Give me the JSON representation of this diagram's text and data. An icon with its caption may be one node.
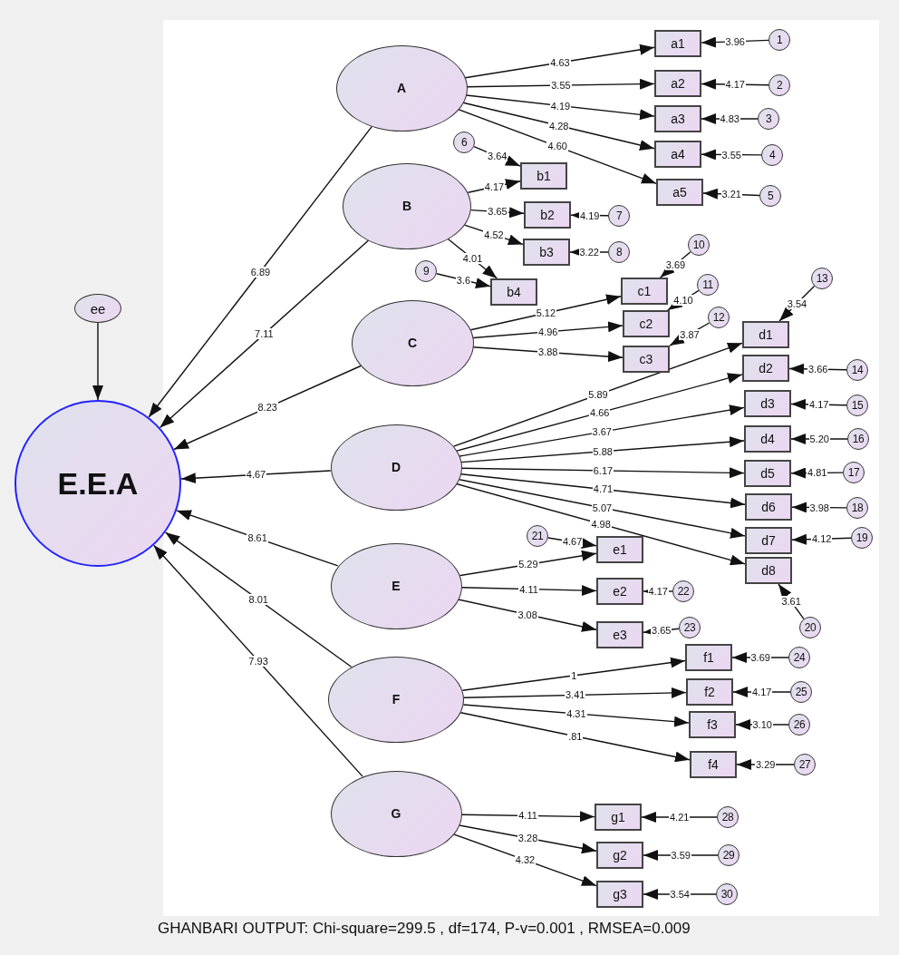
{
  "diagram": {
    "caption": "GHANBARI OUTPUT: Chi-square=299.5 , df=174, P-v=0.001 , RMSEA=0.009",
    "nodes": [
      {
        "text": [
          "ee"
        ]
      },
      {
        "text": [
          "E.E.A"
        ]
      },
      {
        "text": [
          "A"
        ]
      },
      {
        "text": [
          "B"
        ]
      },
      {
        "text": [
          "C"
        ]
      },
      {
        "text": [
          "D"
        ]
      },
      {
        "text": [
          "E"
        ]
      },
      {
        "text": [
          "F"
        ]
      },
      {
        "text": [
          "G"
        ]
      },
      {
        "text": [
          "a1"
        ]
      },
      {
        "text": [
          "a2"
        ]
      },
      {
        "text": [
          "a3"
        ]
      },
      {
        "text": [
          "a4"
        ]
      },
      {
        "text": [
          "a5"
        ]
      },
      {
        "text": [
          "b1"
        ]
      },
      {
        "text": [
          "b2"
        ]
      },
      {
        "text": [
          "b3"
        ]
      },
      {
        "text": [
          "b4"
        ]
      },
      {
        "text": [
          "c1"
        ]
      },
      {
        "text": [
          "c2"
        ]
      },
      {
        "text": [
          "c3"
        ]
      },
      {
        "text": [
          "d1"
        ]
      },
      {
        "text": [
          "d2"
        ]
      },
      {
        "text": [
          "d3"
        ]
      },
      {
        "text": [
          "d4"
        ]
      },
      {
        "text": [
          "d5"
        ]
      },
      {
        "text": [
          "d6"
        ]
      },
      {
        "text": [
          "d7"
        ]
      },
      {
        "text": [
          "d8"
        ]
      },
      {
        "text": [
          "e1"
        ]
      },
      {
        "text": [
          "e2"
        ]
      },
      {
        "text": [
          "e3"
        ]
      },
      {
        "text": [
          "f1"
        ]
      },
      {
        "text": [
          "f2"
        ]
      },
      {
        "text": [
          "f3"
        ]
      },
      {
        "text": [
          "f4"
        ]
      },
      {
        "text": [
          "g1"
        ]
      },
      {
        "text": [
          "g2"
        ]
      },
      {
        "text": [
          "g3"
        ]
      },
      {
        "text": [
          "1"
        ]
      },
      {
        "text": [
          "2"
        ]
      },
      {
        "text": [
          "3"
        ]
      },
      {
        "text": [
          "4"
        ]
      },
      {
        "text": [
          "5"
        ]
      },
      {
        "text": [
          "6"
        ]
      },
      {
        "text": [
          "7"
        ]
      },
      {
        "text": [
          "8"
        ]
      },
      {
        "text": [
          "9"
        ]
      },
      {
        "text": [
          "10"
        ]
      },
      {
        "text": [
          "11"
        ]
      },
      {
        "text": [
          "12"
        ]
      },
      {
        "text": [
          "13"
        ]
      },
      {
        "text": [
          "14"
        ]
      },
      {
        "text": [
          "15"
        ]
      },
      {
        "text": [
          "16"
        ]
      },
      {
        "text": [
          "17"
        ]
      },
      {
        "text": [
          "18"
        ]
      },
      {
        "text": [
          "19"
        ]
      },
      {
        "text": [
          "20"
        ]
      },
      {
        "text": [
          "21"
        ]
      },
      {
        "text": [
          "22"
        ]
      },
      {
        "text": [
          "23"
        ]
      },
      {
        "text": [
          "24"
        ]
      },
      {
        "text": [
          "25"
        ]
      },
      {
        "text": [
          "26"
        ]
      },
      {
        "text": [
          "27"
        ]
      },
      {
        "text": [
          "28"
        ]
      },
      {
        "text": [
          "29"
        ]
      },
      {
        "text": [
          "30"
        ]
      }
    ],
    "edges": [
      {
        "from": 0,
        "to": 1,
        "arrow": "to"
      },
      {
        "from": 2,
        "to": 1,
        "arrow": "to",
        "label": "6.89"
      },
      {
        "from": 3,
        "to": 1,
        "arrow": "to",
        "label": "7.11"
      },
      {
        "from": 4,
        "to": 1,
        "arrow": "to",
        "label": "8.23"
      },
      {
        "from": 5,
        "to": 1,
        "arrow": "to",
        "label": "4.67"
      },
      {
        "from": 6,
        "to": 1,
        "arrow": "to",
        "label": "8.61"
      },
      {
        "from": 7,
        "to": 1,
        "arrow": "to",
        "label": "8.01"
      },
      {
        "from": 8,
        "to": 1,
        "arrow": "to",
        "label": "7.93"
      },
      {
        "from": 2,
        "to": 9,
        "arrow": "to",
        "label": "4.63"
      },
      {
        "from": 2,
        "to": 10,
        "arrow": "to",
        "label": "3.55"
      },
      {
        "from": 2,
        "to": 11,
        "arrow": "to",
        "label": "4.19"
      },
      {
        "from": 2,
        "to": 12,
        "arrow": "to",
        "label": "4.28"
      },
      {
        "from": 2,
        "to": 13,
        "arrow": "to",
        "label": "4.60"
      },
      {
        "from": 3,
        "to": 14,
        "arrow": "to",
        "label": "4.17"
      },
      {
        "from": 3,
        "to": 15,
        "arrow": "to",
        "label": "3.65"
      },
      {
        "from": 3,
        "to": 16,
        "arrow": "to",
        "label": "4.52"
      },
      {
        "from": 3,
        "to": 17,
        "arrow": "to",
        "label": "4.01"
      },
      {
        "from": 4,
        "to": 18,
        "arrow": "to",
        "label": "5.12"
      },
      {
        "from": 4,
        "to": 19,
        "arrow": "to",
        "label": "4.96"
      },
      {
        "from": 4,
        "to": 20,
        "arrow": "to",
        "label": "3.88"
      },
      {
        "from": 5,
        "to": 21,
        "arrow": "to",
        "label": "5.89"
      },
      {
        "from": 5,
        "to": 22,
        "arrow": "to",
        "label": "4.66"
      },
      {
        "from": 5,
        "to": 23,
        "arrow": "to",
        "label": "3.67"
      },
      {
        "from": 5,
        "to": 24,
        "arrow": "to",
        "label": "5.88"
      },
      {
        "from": 5,
        "to": 25,
        "arrow": "to",
        "label": "6.17"
      },
      {
        "from": 5,
        "to": 26,
        "arrow": "to",
        "label": "4.71"
      },
      {
        "from": 5,
        "to": 27,
        "arrow": "to",
        "label": "5.07"
      },
      {
        "from": 5,
        "to": 28,
        "arrow": "to",
        "label": "4.98"
      },
      {
        "from": 6,
        "to": 29,
        "arrow": "to",
        "label": "5.29"
      },
      {
        "from": 6,
        "to": 30,
        "arrow": "to",
        "label": "4.11"
      },
      {
        "from": 6,
        "to": 31,
        "arrow": "to",
        "label": "3.08"
      },
      {
        "from": 7,
        "to": 32,
        "arrow": "to",
        "label": "1"
      },
      {
        "from": 7,
        "to": 33,
        "arrow": "to",
        "label": "3.41"
      },
      {
        "from": 7,
        "to": 34,
        "arrow": "to",
        "label": "4.31"
      },
      {
        "from": 7,
        "to": 35,
        "arrow": "to",
        "label": ".81"
      },
      {
        "from": 8,
        "to": 36,
        "arrow": "to",
        "label": "4.11"
      },
      {
        "from": 8,
        "to": 37,
        "arrow": "to",
        "label": "3.28"
      },
      {
        "from": 8,
        "to": 38,
        "arrow": "to",
        "label": "4.32"
      },
      {
        "from": 39,
        "to": 9,
        "arrow": "to",
        "label": "3.96"
      },
      {
        "from": 40,
        "to": 10,
        "arrow": "to",
        "label": "4.17"
      },
      {
        "from": 41,
        "to": 11,
        "arrow": "to",
        "label": "4.83"
      },
      {
        "from": 42,
        "to": 12,
        "arrow": "to",
        "label": "3.55"
      },
      {
        "from": 43,
        "to": 13,
        "arrow": "to",
        "label": "3.21"
      },
      {
        "from": 44,
        "to": 14,
        "arrow": "to",
        "label": "3.64"
      },
      {
        "from": 45,
        "to": 15,
        "arrow": "to",
        "label": "4.19"
      },
      {
        "from": 46,
        "to": 16,
        "arrow": "to",
        "label": "3.22"
      },
      {
        "from": 47,
        "to": 17,
        "arrow": "to",
        "label": "3.6"
      },
      {
        "from": 48,
        "to": 18,
        "arrow": "to",
        "label": "3.69"
      },
      {
        "from": 49,
        "to": 19,
        "arrow": "to",
        "label": "4.10"
      },
      {
        "from": 50,
        "to": 20,
        "arrow": "to",
        "label": "3.87"
      },
      {
        "from": 51,
        "to": 21,
        "arrow": "to",
        "label": "3.54"
      },
      {
        "from": 52,
        "to": 22,
        "arrow": "to",
        "label": "3.66"
      },
      {
        "from": 53,
        "to": 23,
        "arrow": "to",
        "label": "4.17"
      },
      {
        "from": 54,
        "to": 24,
        "arrow": "to",
        "label": "5.20"
      },
      {
        "from": 55,
        "to": 25,
        "arrow": "to",
        "label": "4.81"
      },
      {
        "from": 56,
        "to": 26,
        "arrow": "to",
        "label": "3.98"
      },
      {
        "from": 57,
        "to": 27,
        "arrow": "to",
        "label": "4.12"
      },
      {
        "from": 58,
        "to": 28,
        "arrow": "to",
        "label": "3.61"
      },
      {
        "from": 59,
        "to": 29,
        "arrow": "to",
        "label": "4.67"
      },
      {
        "from": 60,
        "to": 30,
        "arrow": "to",
        "label": "4.17"
      },
      {
        "from": 61,
        "to": 31,
        "arrow": "to",
        "label": "3.65"
      },
      {
        "from": 62,
        "to": 32,
        "arrow": "to",
        "label": "3.69"
      },
      {
        "from": 63,
        "to": 33,
        "arrow": "to",
        "label": "4.17"
      },
      {
        "from": 64,
        "to": 34,
        "arrow": "to",
        "label": "3.10"
      },
      {
        "from": 65,
        "to": 35,
        "arrow": "to",
        "label": "3.29"
      },
      {
        "from": 66,
        "to": 36,
        "arrow": "to",
        "label": "4.21"
      },
      {
        "from": 67,
        "to": 37,
        "arrow": "to",
        "label": "3.59"
      },
      {
        "from": 68,
        "to": 38,
        "arrow": "to",
        "label": "3.54"
      }
    ]
  }
}
